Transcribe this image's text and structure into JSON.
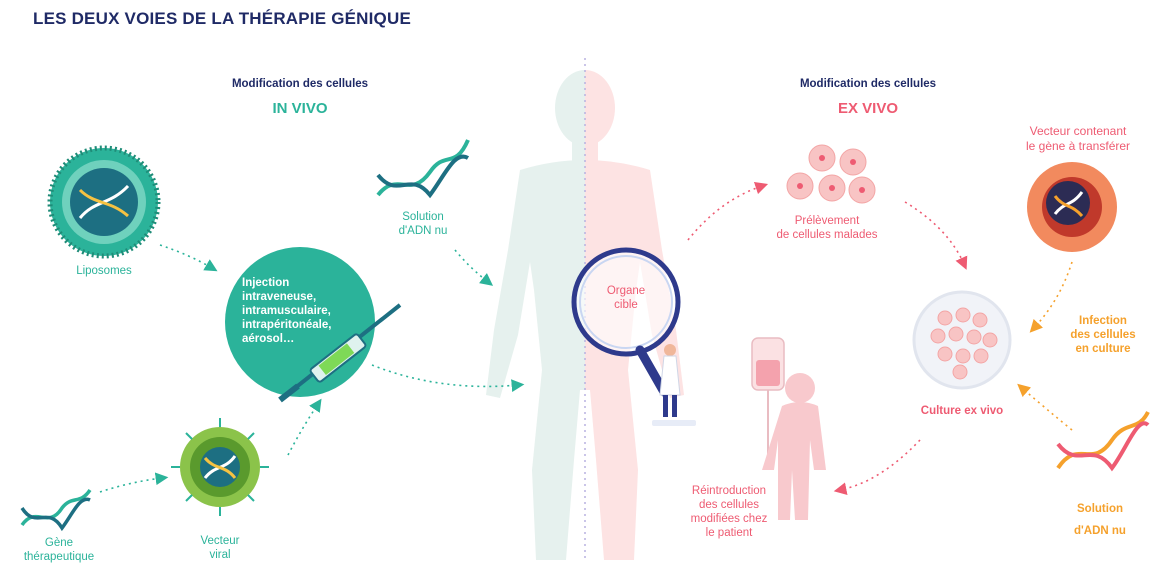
{
  "title": "LES DEUX VOIES DE LA THÉRAPIE GÉNIQUE",
  "in_vivo": {
    "subtitle": "Modification des cellules",
    "heading": "IN VIVO",
    "liposomes": "Liposomes",
    "solution_line1": "Solution",
    "solution_line2": "d'ADN nu",
    "injection_lines": [
      "Injection",
      "intraveneuse,",
      "intramusculaire,",
      "intrapéritonéale,",
      "aérosol…"
    ],
    "gene_line1": "Gène",
    "gene_line2": "thérapeutique",
    "vector_line1": "Vecteur",
    "vector_line2": "viral"
  },
  "center": {
    "organ_line1": "Organe",
    "organ_line2": "cible"
  },
  "ex_vivo": {
    "subtitle": "Modification des cellules",
    "heading": "EX VIVO",
    "vector_line1": "Vecteur contenant",
    "vector_line2": "le gène à transférer",
    "sampling_line1": "Prélèvement",
    "sampling_line2": "de cellules malades",
    "infection_line1": "Infection",
    "infection_line2": "des cellules",
    "infection_line3": "en culture",
    "culture": "Culture ex vivo",
    "reintro_line1": "Réintroduction",
    "reintro_line2": "des cellules",
    "reintro_line3": "modifiées chez",
    "reintro_line4": "le patient",
    "solution_line1": "Solution",
    "solution_line2": "d'ADN nu"
  },
  "colors": {
    "navy": "#1f2a66",
    "teal": "#2bb39a",
    "pink": "#ee5b72",
    "orange": "#f5a12c",
    "body_left": "#e6f1ee",
    "body_right": "#fde3e3"
  }
}
